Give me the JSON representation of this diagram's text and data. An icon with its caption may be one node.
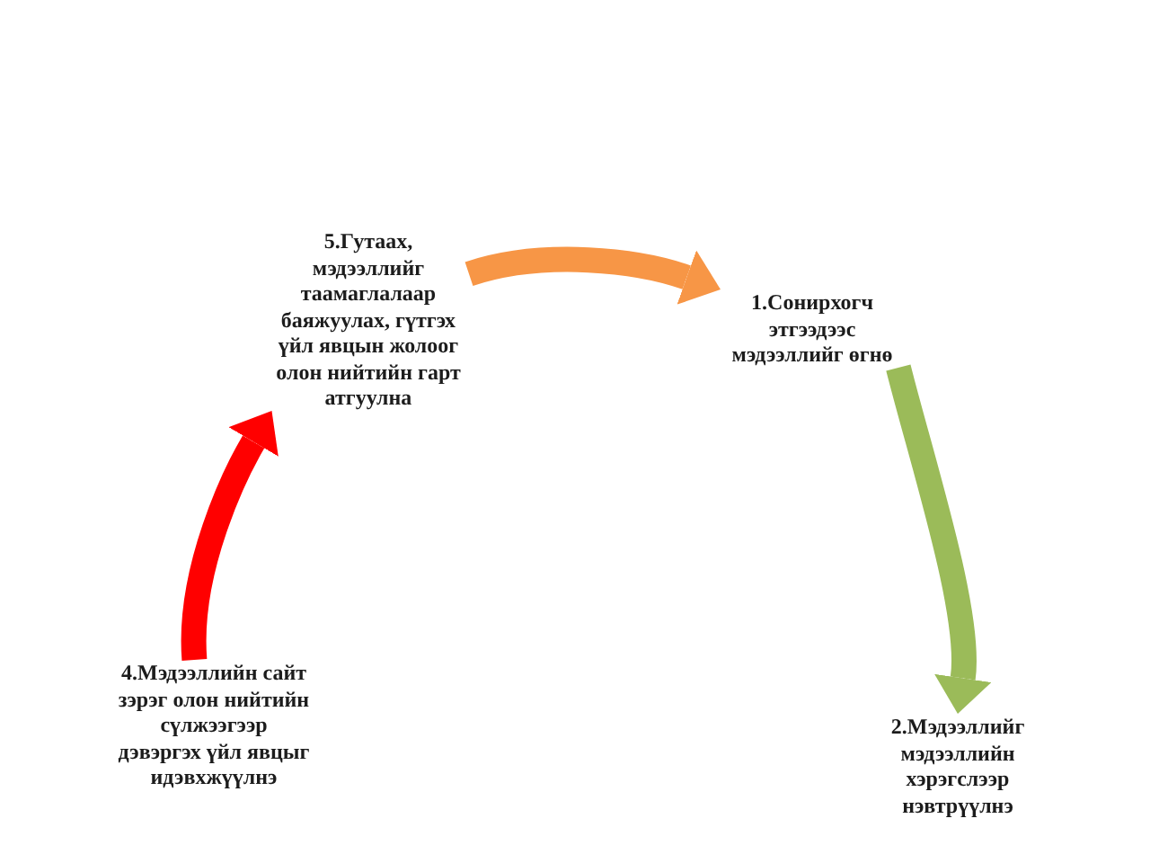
{
  "diagram": {
    "nodes": [
      {
        "text": [
          "5.Гутаах, мэдээллийг таамаглалаар баяжуулах, гүтгэх үйл явцын жолоог олон нийтийн гарт атгуулна"
        ]
      },
      {
        "text": [
          "1.Сонирхогч этгээдээс мэдээллийг өгнө"
        ]
      },
      {
        "text": [
          "4.Мэдээллийн сайт зэрэг олон нийтийн сүлжээгээр дэвэргэх үйл явцыг идэвхжүүлнэ"
        ]
      },
      {
        "text": [
          "2.Мэдээллийг мэдээллийн хэрэгслээр нэвтрүүлнэ"
        ]
      }
    ],
    "edges": [
      {
        "from": 0,
        "to": 1,
        "arrow": "to",
        "color": "#f79646"
      },
      {
        "from": 1,
        "to": 3,
        "arrow": "to",
        "color": "#9bbb59"
      },
      {
        "from": 2,
        "to": 0,
        "arrow": "to",
        "color": "#ff0000"
      }
    ]
  }
}
